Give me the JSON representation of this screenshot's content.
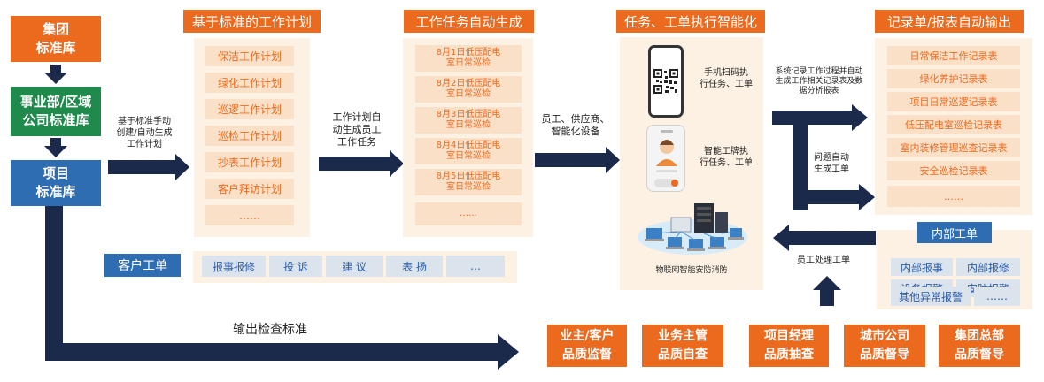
{
  "standards": {
    "group": "集团\n标准库",
    "division": "事业部/区域\n公司标准库",
    "project": "项目\n标准库"
  },
  "labels": {
    "to_plan": "基于标准手动\n创建/自动生成\n工作计划",
    "to_task": "工作计划自\n动生成员工\n工作任务",
    "to_exec": "员工、供应商、\n智能化设备",
    "to_record": "系统记录工作过程并自动\n生成工作相关记录表及数\n据分析报表",
    "problem": "问题自动\n生成工单",
    "staff_handle": "员工处理工单",
    "output_check": "输出检查标准"
  },
  "plan": {
    "title": "基于标准的工作计划",
    "items": [
      "保洁工作计划",
      "绿化工作计划",
      "巡逻工作计划",
      "巡检工作计划",
      "抄表工作计划",
      "客户拜访计划",
      "……"
    ]
  },
  "tasks": {
    "title": "工作任务自动生成",
    "items": [
      "8月1日低压配电\n室日常巡检",
      "8月2日低压配电\n室日常巡检",
      "8月3日低压配电\n室日常巡检",
      "8月4日低压配电\n室日常巡检",
      "8月5日低压配电\n室日常巡检",
      "……"
    ]
  },
  "exec": {
    "title": "任务、工单执行智能化",
    "scan_text": "手机扫码执\n行任务、工单",
    "badge_text": "智能工牌执\n行任务、工单",
    "iot_text": "物联网智能安防消防"
  },
  "records": {
    "title": "记录单/报表自动输出",
    "items": [
      "日常保洁工作记录表",
      "绿化养护记录表",
      "项目日常巡逻记录表",
      "低压配电室巡检记录表",
      "室内装修管理巡查记录表",
      "安全巡检记录表",
      "……"
    ]
  },
  "customer": {
    "label": "客户工单",
    "items": [
      "报事报修",
      "投 诉",
      "建 议",
      "表 扬",
      "…"
    ]
  },
  "internal": {
    "label": "内部工单",
    "items": [
      "内部报事",
      "内部报修",
      "设备报警",
      "安防报警",
      "其他异常报警",
      "……"
    ]
  },
  "quality": [
    "业主/客户\n品质监督",
    "业务主管\n品质自查",
    "项目经理\n品质抽查",
    "城市公司\n品质督导",
    "集团总部\n品质督导"
  ],
  "colors": {
    "orange": "#ec6a1e",
    "navy": "#1b2a4a",
    "green": "#1f8a4c",
    "blue": "#2f6db3",
    "panel": "#fdf1e3",
    "item": "#fbe0c8",
    "blue_item": "#dbe3ec"
  }
}
